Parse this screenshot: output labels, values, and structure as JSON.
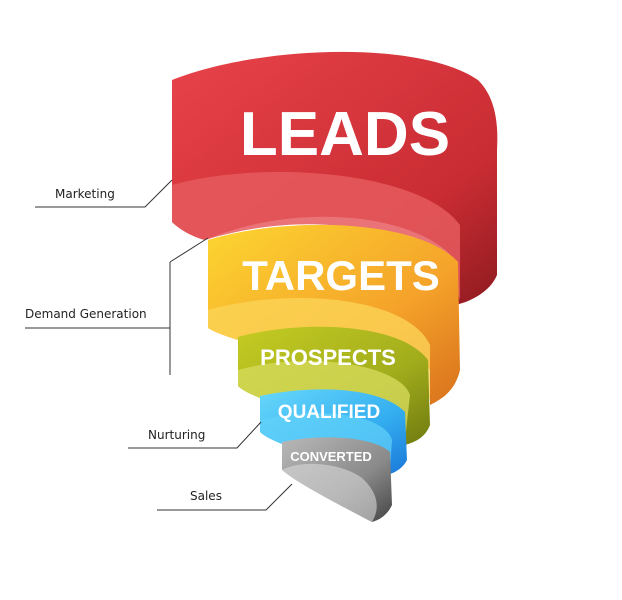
{
  "tiers": [
    {
      "label": "LEADS",
      "color": "#d8343b"
    },
    {
      "label": "TARGETS",
      "color": "#f5b62a"
    },
    {
      "label": "PROSPECTS",
      "color": "#a9b820"
    },
    {
      "label": "QUALIFIED",
      "color": "#3fb8f0"
    },
    {
      "label": "CONVERTED",
      "color": "#8a8a8a"
    }
  ],
  "stages": [
    "Marketing",
    "Demand Generation",
    "Nurturing",
    "Sales"
  ]
}
